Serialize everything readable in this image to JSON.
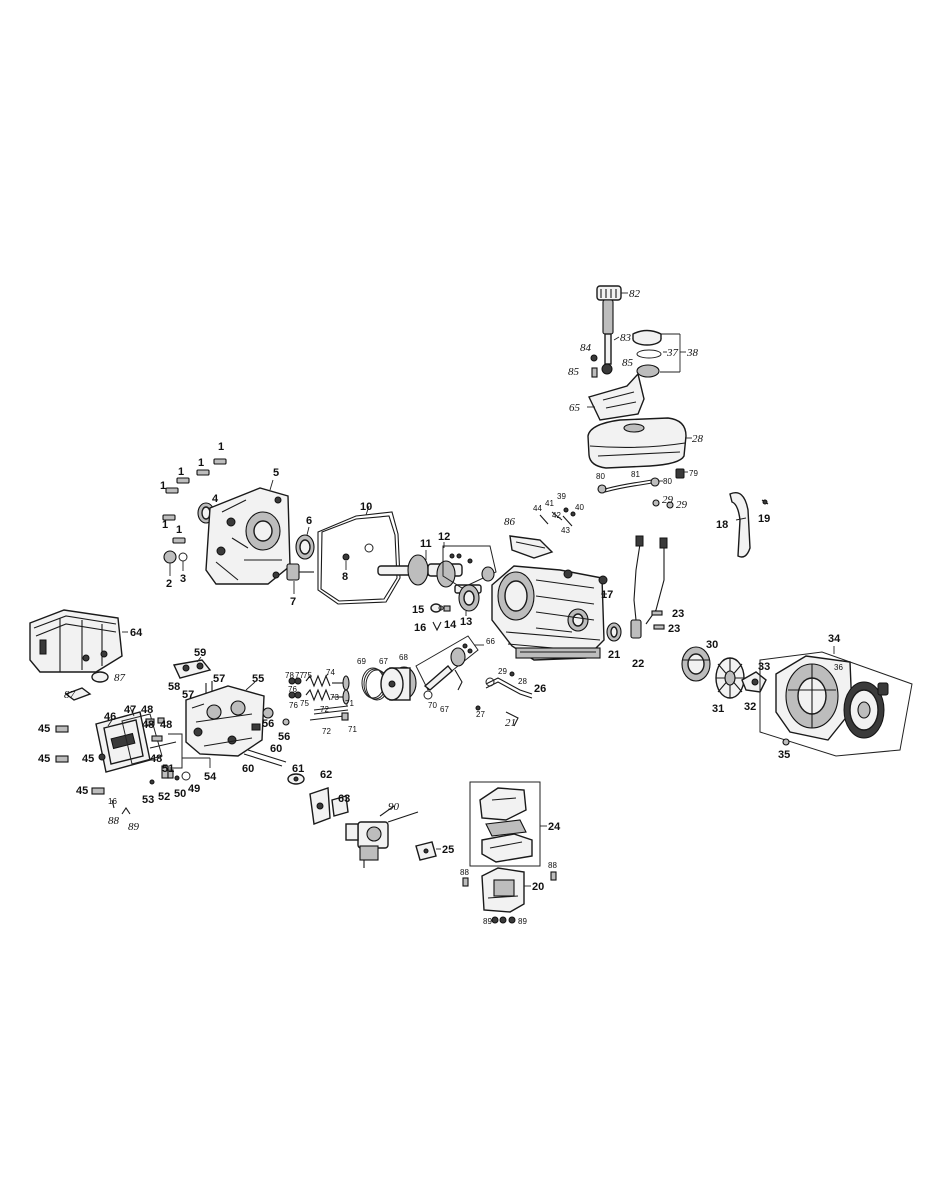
{
  "diagram": {
    "kind": "engine exploded parts view",
    "callouts": {
      "c1a": "1",
      "c1b": "1",
      "c1c": "1",
      "c1d": "1",
      "c1e": "1",
      "c1f": "1",
      "c2": "2",
      "c3": "3",
      "c4": "4",
      "c5": "5",
      "c6": "6",
      "c7": "7",
      "c8": "8",
      "c10": "10",
      "c11": "11",
      "c12": "12",
      "c13": "13",
      "c14": "14",
      "c15": "15",
      "c16": "16",
      "c17": "17",
      "c18": "18",
      "c19": "19",
      "c20": "20",
      "c21": "21",
      "c21b": "21",
      "c22": "22",
      "c23a": "23",
      "c23b": "23",
      "c24": "24",
      "c25": "25",
      "c26": "26",
      "c27": "27",
      "c28": "28",
      "c28b": "28",
      "c29a": "29",
      "c29b": "29",
      "c29c": "29",
      "c30": "30",
      "c31": "31",
      "c32": "32",
      "c33": "33",
      "c34": "34",
      "c35": "35",
      "c36": "36",
      "c37": "37",
      "c38": "38",
      "c39": "39",
      "c40": "40",
      "c41": "41",
      "c42": "42",
      "c43": "43",
      "c44": "44",
      "c45a": "45",
      "c45b": "45",
      "c45c": "45",
      "c45d": "45",
      "c46": "46",
      "c47": "47",
      "c48a": "48",
      "c48b": "48",
      "c48c": "48",
      "c48d": "48",
      "c49": "49",
      "c50": "50",
      "c51": "51",
      "c52": "52",
      "c53": "53",
      "c54": "54",
      "c55": "55",
      "c56a": "56",
      "c56b": "56",
      "c57a": "57",
      "c57b": "57",
      "c58": "58",
      "c59": "59",
      "c60a": "60",
      "c60b": "60",
      "c61": "61",
      "c62": "62",
      "c63": "63",
      "c64": "64",
      "c65": "65",
      "c66": "66",
      "c67a": "67",
      "c67b": "67",
      "c68": "68",
      "c69": "69",
      "c70": "70",
      "c71a": "71",
      "c71b": "71",
      "c72a": "72",
      "c72b": "72",
      "c73": "73",
      "c74": "74",
      "c75a": "75",
      "c75b": "75",
      "c76a": "76",
      "c76b": "76",
      "c77": "77",
      "c78": "78",
      "c79": "79",
      "c80a": "80",
      "c80b": "80",
      "c81": "81",
      "c82": "82",
      "c83": "83",
      "c84": "84",
      "c85a": "85",
      "c85b": "85",
      "c86": "86",
      "c87a": "87",
      "c87b": "87",
      "c88a": "88",
      "c88b": "88",
      "c88c": "88",
      "c89a": "89",
      "c89b": "89",
      "c89c": "89",
      "c90": "90",
      "c16b": "16"
    }
  }
}
